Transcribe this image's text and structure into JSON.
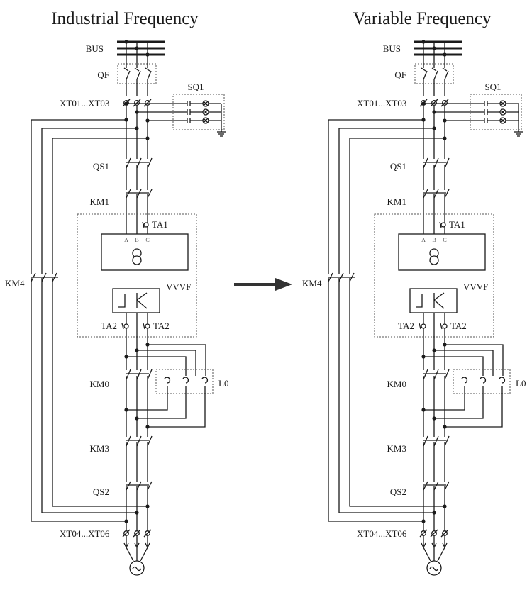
{
  "diagrams": [
    {
      "title": "Industrial Frequency",
      "labels": {
        "bus": "BUS",
        "qf": "QF",
        "sq1": "SQ1",
        "xt_top": "XT01...XT03",
        "qs1": "QS1",
        "km1": "KM1",
        "km4": "KM4",
        "ta1": "TA1",
        "vvvf": "VVVF",
        "ta2_left": "TA2",
        "ta2_right": "TA2",
        "km0": "KM0",
        "l0": "L0",
        "km3": "KM3",
        "qs2": "QS2",
        "xt_bottom": "XT04...XT06",
        "phase_a": "A",
        "phase_b": "B",
        "phase_c": "C"
      }
    },
    {
      "title": "Variable Frequency",
      "labels": {
        "bus": "BUS",
        "qf": "QF",
        "sq1": "SQ1",
        "xt_top": "XT01...XT03",
        "qs1": "QS1",
        "km1": "KM1",
        "km4": "KM4",
        "ta1": "TA1",
        "vvvf": "VVVF",
        "ta2_left": "TA2",
        "ta2_right": "TA2",
        "km0": "KM0",
        "l0": "L0",
        "km3": "KM3",
        "qs2": "QS2",
        "xt_bottom": "XT04...XT06",
        "phase_a": "A",
        "phase_b": "B",
        "phase_c": "C"
      }
    }
  ],
  "colors": {
    "line": "#1a1a1a",
    "dashed_box": "#555555",
    "arrow": "#333333"
  }
}
